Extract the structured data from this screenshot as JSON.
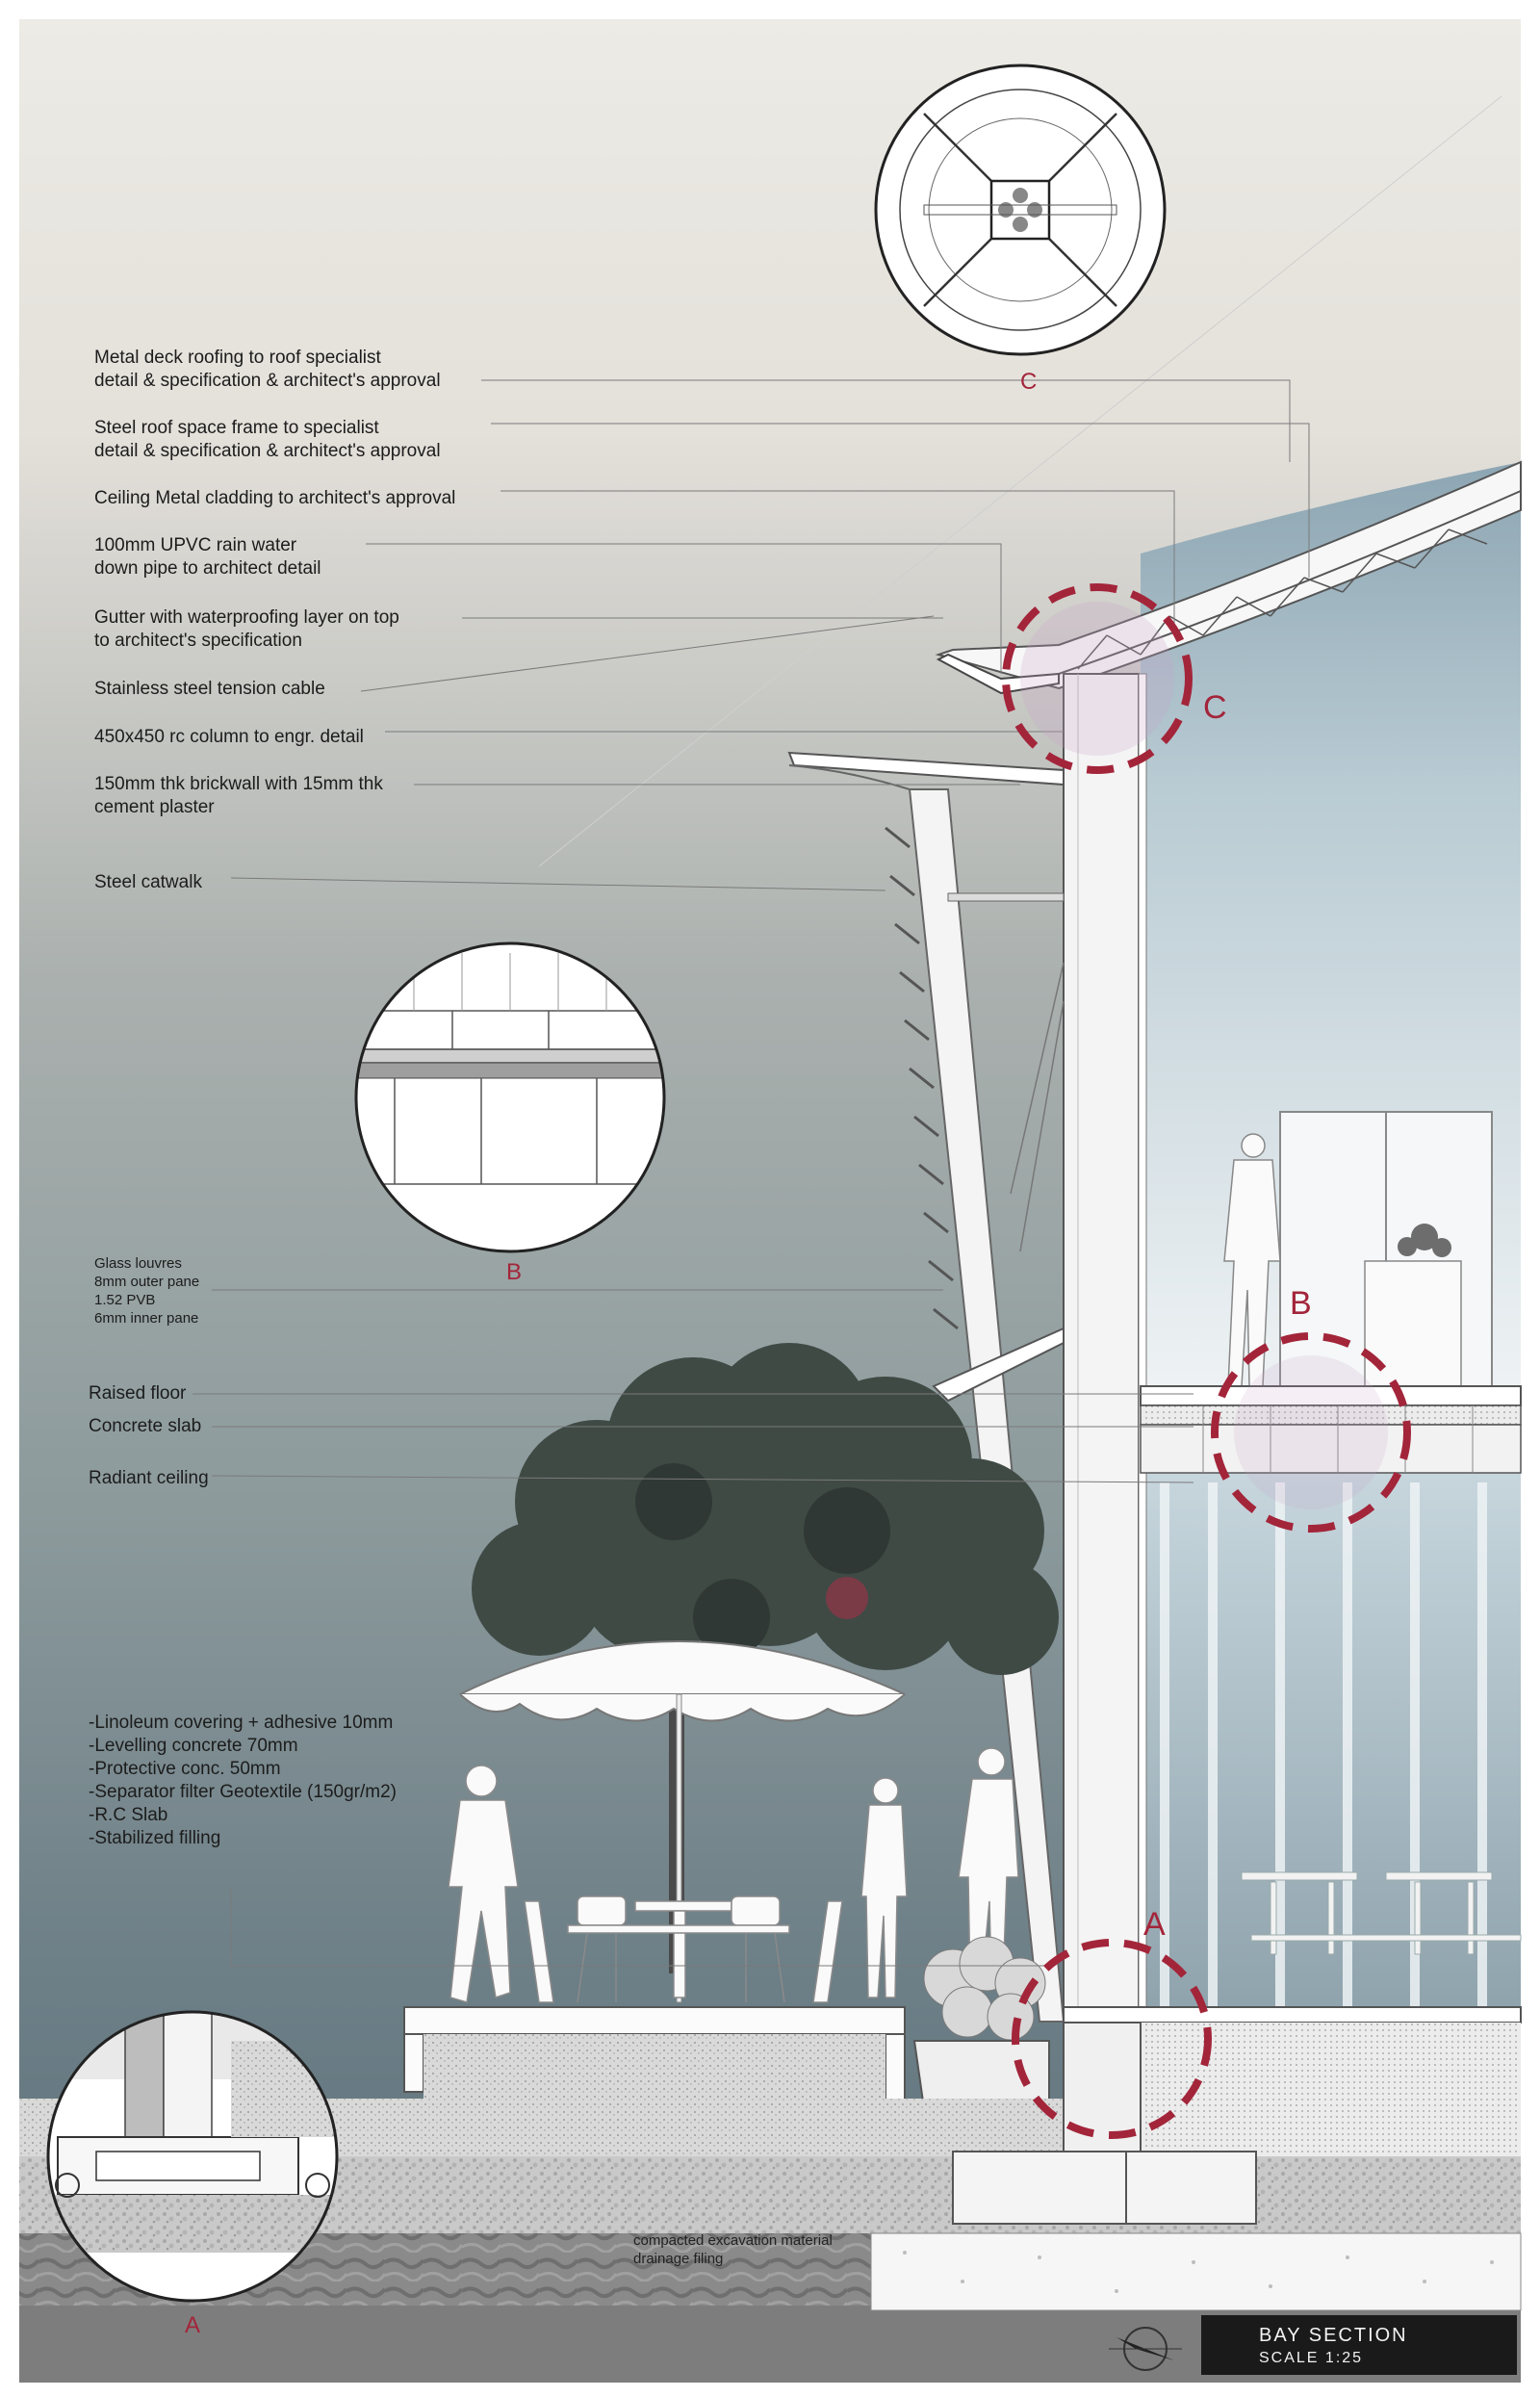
{
  "callouts": {
    "roof_deck": [
      "Metal deck roofing to roof specialist",
      "detail & specification & architect's approval"
    ],
    "space_frame": [
      "Steel roof space frame to specialist",
      "detail & specification & architect's approval"
    ],
    "ceiling": [
      "Ceiling Metal cladding to architect's approval"
    ],
    "pipe": [
      "100mm UPVC rain water",
      "down pipe to architect detail"
    ],
    "gutter": [
      "Gutter with waterproofing layer on top",
      "to architect's specification"
    ],
    "cable": [
      "Stainless steel tension cable"
    ],
    "column": [
      "450x450 rc column to engr. detail"
    ],
    "brickwall": [
      "150mm thk brickwall with 15mm thk",
      "cement plaster"
    ],
    "catwalk": [
      "Steel catwalk"
    ],
    "louvres": [
      "Glass louvres",
      "8mm outer pane",
      "1.52 PVB",
      "6mm inner pane"
    ],
    "raised_floor": [
      "Raised floor"
    ],
    "slab": [
      "Concrete slab"
    ],
    "radiant": [
      "Radiant ceiling"
    ]
  },
  "floor_spec": [
    "-Linoleum covering + adhesive 10mm",
    "-Levelling concrete 70mm",
    "-Protective conc. 50mm",
    "-Separator filter Geotextile (150gr/m2)",
    "-R.C Slab",
    "-Stabilized filling"
  ],
  "details": {
    "c_letter": "C",
    "b_letter": "B",
    "a_letter": "A"
  },
  "ground": {
    "fill": [
      "compacted excavation material",
      "drainage filing"
    ]
  },
  "title": {
    "name": "BAY SECTION",
    "scale": "SCALE 1:25"
  },
  "colors": {
    "detail_red": "#a3253a",
    "sky_top": "#e9e7e1",
    "sky_bottom": "#6e7f86",
    "interior_top": "#95aebb",
    "interior_bottom": "#eef2f4"
  }
}
